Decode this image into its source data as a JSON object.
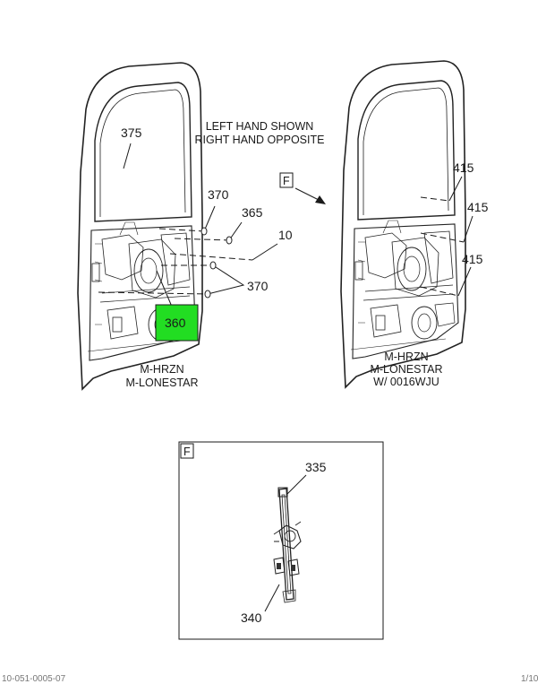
{
  "note": {
    "line1": "LEFT HAND SHOWN",
    "line2": "RIGHT HAND OPPOSITE"
  },
  "view_marker": "F",
  "left_door": {
    "callouts": {
      "c375": "375",
      "c370a": "370",
      "c365": "365",
      "c10": "10",
      "c370b": "370",
      "c360": "360"
    },
    "highlight_color": "#22dd22",
    "caption": {
      "line1": "M-HRZN",
      "line2": "M-LONESTAR"
    }
  },
  "right_door": {
    "callouts": {
      "c415a": "415",
      "c415b": "415",
      "c415c": "415"
    },
    "caption": {
      "line1": "M-HRZN",
      "line2": "M-LONESTAR",
      "line3": "W/ 0016WJU"
    }
  },
  "detail_f": {
    "label": "F",
    "callouts": {
      "c335": "335",
      "c340": "340"
    }
  },
  "footer": {
    "left": "10-051-0005-07",
    "right": "1/10"
  }
}
